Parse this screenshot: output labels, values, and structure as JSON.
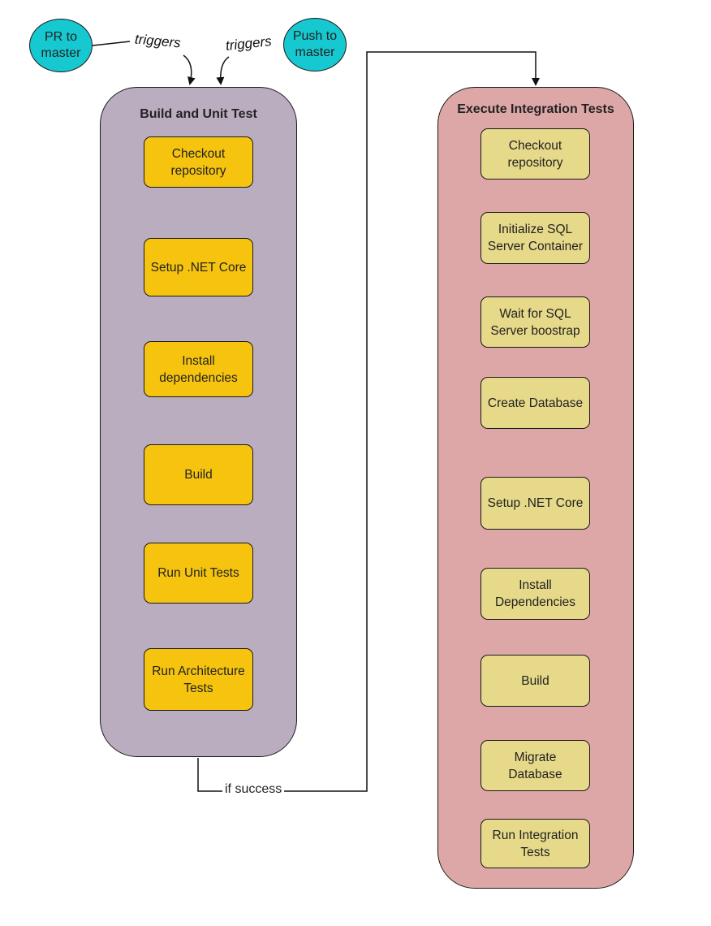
{
  "triggers": {
    "pr_to_master": "PR to\nmaster",
    "push_to_master": "Push to\nmaster",
    "label_left": "triggers",
    "label_right": "triggers"
  },
  "build_stage": {
    "title": "Build and Unit Test",
    "steps": [
      "Checkout\nrepository",
      "Setup .NET Core",
      "Install\ndependencies",
      "Build",
      "Run Unit Tests",
      "Run Architecture\nTests"
    ]
  },
  "transition": {
    "label": "if success"
  },
  "integration_stage": {
    "title": "Execute Integration Tests",
    "steps": [
      "Checkout\nrepository",
      "Initialize SQL\nServer Container",
      "Wait for SQL\nServer boostrap",
      "Create Database",
      "Setup .NET Core",
      "Install\nDependencies",
      "Build",
      "Migrate Database",
      "Run Integration\nTests"
    ]
  },
  "colors": {
    "trigger_fill": "#16c8d0",
    "build_lane": "#bbadc0",
    "build_step": "#f6c40e",
    "integration_lane": "#dea7a7",
    "integration_step": "#e6d989"
  }
}
